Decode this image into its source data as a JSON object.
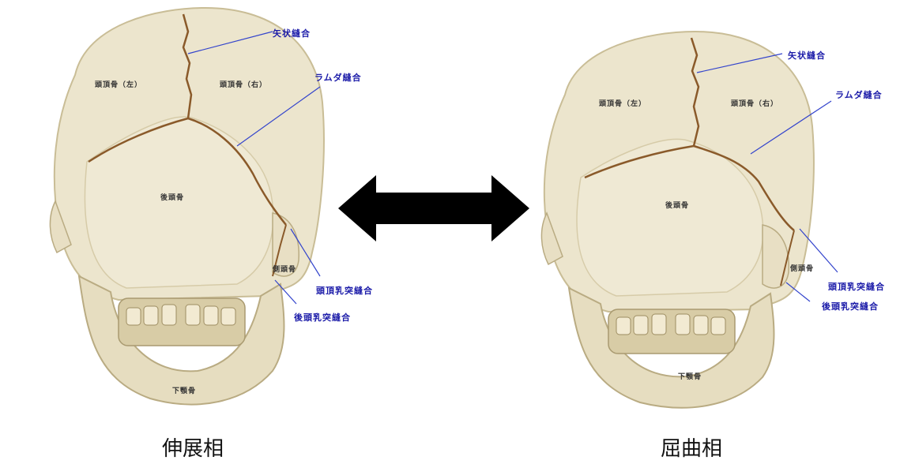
{
  "left": {
    "sagittal": "矢状縫合",
    "lambdoid": "ラムダ縫合",
    "parietal_left": "頭頂骨（左）",
    "parietal_right": "頭頂骨（右）",
    "occipital": "後頭骨",
    "temporal": "側頭骨",
    "parietomastoid": "頭頂乳突縫合",
    "occipitomastoid": "後頭乳突縫合",
    "mandible": "下顎骨",
    "caption": "伸展相"
  },
  "right": {
    "sagittal": "矢状縫合",
    "lambdoid": "ラムダ縫合",
    "parietal_left": "頭頂骨（左）",
    "parietal_right": "頭頂骨（右）",
    "occipital": "後頭骨",
    "temporal": "側頭骨",
    "parietomastoid": "頭頂乳突縫合",
    "occipitomastoid": "後頭乳突縫合",
    "mandible": "下顎骨",
    "caption": "屈曲相"
  },
  "colors": {
    "bone": "#ede7d1",
    "bone_shadow": "#c9bd96",
    "suture": "#8a5a2a",
    "label": "#1a1aa8",
    "arrow": "#000000"
  },
  "icons": {
    "arrow": "double-headed-arrow-icon"
  }
}
